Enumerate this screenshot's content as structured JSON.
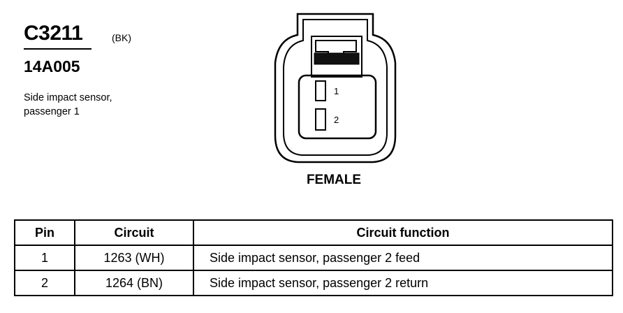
{
  "connector": {
    "id": "C3211",
    "color_code": "(BK)",
    "part_number": "14A005",
    "description_lines": [
      "Side impact sensor,",
      "passenger 1"
    ],
    "gender": "FEMALE",
    "cavity_labels": [
      "1",
      "2"
    ]
  },
  "table": {
    "headers": [
      "Pin",
      "Circuit",
      "Circuit function"
    ],
    "rows": [
      [
        "1",
        "1263 (WH)",
        "Side impact sensor, passenger 2 feed"
      ],
      [
        "2",
        "1264 (BN)",
        "Side impact sensor, passenger 2 return"
      ]
    ]
  }
}
